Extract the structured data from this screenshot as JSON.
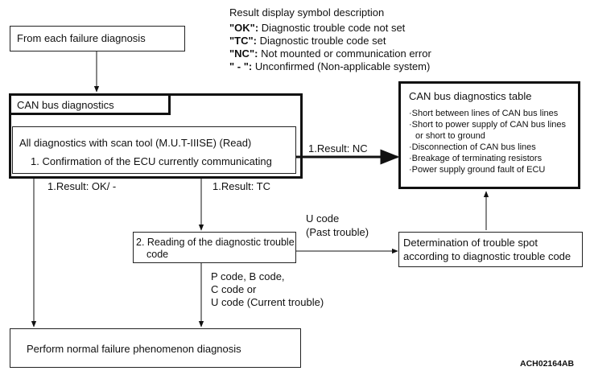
{
  "legend": {
    "title": "Result display symbol description",
    "items": [
      {
        "symbol": "\"OK\"",
        "sep": ":",
        "text": "Diagnostic trouble code not set"
      },
      {
        "symbol": "\"TC\"",
        "sep": ":",
        "text": "Diagnostic trouble code set"
      },
      {
        "symbol": "\"NC\"",
        "sep": ":",
        "text": "Not mounted or communication error"
      },
      {
        "symbol": "\" - \"",
        "sep": ":",
        "text": "Unconfirmed (Non-applicable system)"
      }
    ]
  },
  "boxes": {
    "from_failure": "From each failure diagnosis",
    "can_title": "CAN bus diagnostics",
    "all_diag": "All diagnostics with scan tool (M.U.T-IIISE) (Read)",
    "confirmation": "1. Confirmation of the ECU currently communicating",
    "reading_line1": "2. Reading of the diagnostic trouble",
    "reading_line2": "code",
    "determination_line1": "Determination of trouble spot",
    "determination_line2": "according to diagnostic trouble code",
    "normal_diag": "Perform normal failure phenomenon diagnosis"
  },
  "can_table": {
    "title": "CAN bus diagnostics table",
    "items": [
      "Short between lines of CAN bus lines",
      "Short to power supply of CAN bus lines",
      "or short to ground",
      "Disconnection of CAN bus lines",
      "Breakage of terminating resistors",
      "Power supply ground fault of ECU"
    ]
  },
  "edge_labels": {
    "result_nc": "1.Result: NC",
    "result_ok": "1.Result: OK/ -",
    "result_tc": "1.Result: TC",
    "u_code_line1": "U code",
    "u_code_line2": "(Past trouble)",
    "pbc_line1": "P code, B code,",
    "pbc_line2": "C code or",
    "pbc_line3": "U code (Current trouble)"
  },
  "figure_id": "ACH02164AB"
}
